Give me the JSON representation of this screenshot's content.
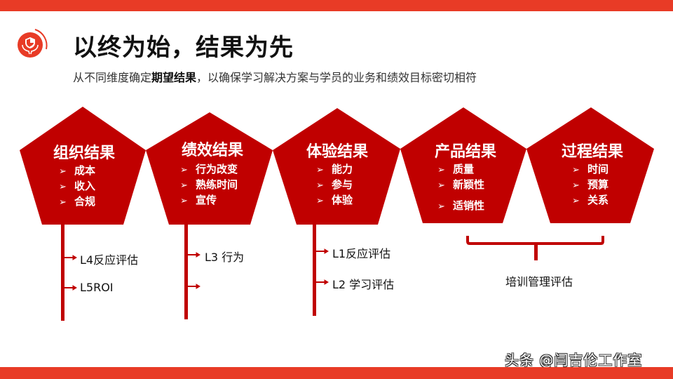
{
  "header": {
    "title": "以终为始，结果为先",
    "subtitle_prefix": "从不同维度确定",
    "subtitle_bold": "期望结果",
    "subtitle_suffix": "，以确保学习解决方案与学员的业务和绩效目标密切相符",
    "logo_icon": "shield-hands-icon"
  },
  "colors": {
    "bar": "#E83B26",
    "pentagon": "#C00000",
    "text_dark": "#111111"
  },
  "pentagons": [
    {
      "title": "组织结果",
      "items": [
        "成本",
        "收入",
        "合规"
      ]
    },
    {
      "title": "绩效结果",
      "items": [
        "行为改变",
        "熟练时间",
        "宣传"
      ]
    },
    {
      "title": "体验结果",
      "items": [
        "能力",
        "参与",
        "体验"
      ]
    },
    {
      "title": "产品结果",
      "items": [
        "质量",
        "新颖性",
        "适销性"
      ]
    },
    {
      "title": "过程结果",
      "items": [
        "时间",
        "预算",
        "关系"
      ]
    }
  ],
  "bullet_glyph": "➢",
  "evaluations": {
    "org": [
      "L4反应评估",
      "L5ROI"
    ],
    "perf": [
      "L3 行为",
      ""
    ],
    "exp": [
      "L1反应评估",
      "L2 学习评估"
    ],
    "bracket_label": "培训管理评估"
  },
  "watermark": "头条 @闫吉伦工作室"
}
